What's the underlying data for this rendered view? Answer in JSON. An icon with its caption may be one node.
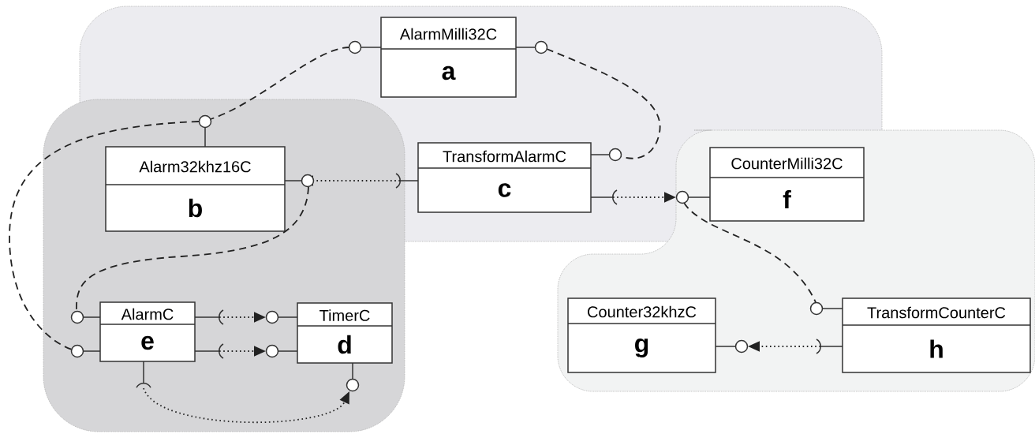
{
  "diagram": {
    "nodes": [
      {
        "text": [
          "AlarmMilli32C",
          "a"
        ]
      },
      {
        "text": [
          "Alarm32khz16C",
          "b"
        ]
      },
      {
        "text": [
          "TransformAlarmC",
          "c"
        ]
      },
      {
        "text": [
          "CounterMilli32C",
          "f"
        ]
      },
      {
        "text": [
          "AlarmC",
          "e"
        ]
      },
      {
        "text": [
          "TimerC",
          "d"
        ]
      },
      {
        "text": [
          "Counter32khzC",
          "g"
        ]
      },
      {
        "text": [
          "TransformCounterC",
          "h"
        ]
      }
    ],
    "edges": [
      {
        "from": 0,
        "to": 1,
        "arrow": "none",
        "style": "dashed"
      },
      {
        "from": 1,
        "to": 4,
        "arrow": "none",
        "style": "dashed"
      },
      {
        "from": 1,
        "to": 4,
        "arrow": "none",
        "style": "dashed"
      },
      {
        "from": 0,
        "to": 2,
        "arrow": "none",
        "style": "dashed"
      },
      {
        "from": 3,
        "to": 7,
        "arrow": "none",
        "style": "dashed"
      },
      {
        "from": 2,
        "to": 1,
        "arrow": "to"
      },
      {
        "from": 2,
        "to": 3,
        "arrow": "to"
      },
      {
        "from": 4,
        "to": 5,
        "arrow": "to"
      },
      {
        "from": 4,
        "to": 5,
        "arrow": "to"
      },
      {
        "from": 4,
        "to": 5,
        "arrow": "to"
      },
      {
        "from": 7,
        "to": 6,
        "arrow": "to"
      }
    ]
  }
}
